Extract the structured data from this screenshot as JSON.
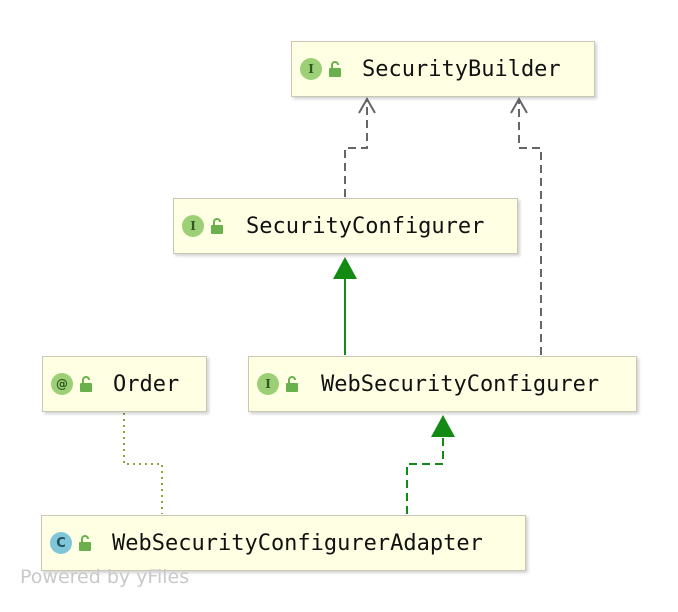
{
  "nodes": {
    "security_builder": {
      "badge": "I",
      "label": "SecurityBuilder"
    },
    "security_configurer": {
      "badge": "I",
      "label": "SecurityConfigurer"
    },
    "order": {
      "badge": "@",
      "label": "Order"
    },
    "web_security_configurer": {
      "badge": "I",
      "label": "WebSecurityConfigurer"
    },
    "web_security_configurer_adapter": {
      "badge": "C",
      "label": "WebSecurityConfigurerAdapter"
    }
  },
  "watermark": "Powered by yFiles",
  "colors": {
    "node_fill": "#ffffe3",
    "interface_badge": "#9ccf76",
    "class_badge": "#7fc6d8",
    "extends_edge": "#138a13",
    "implements_edge": "#666666",
    "annotation_edge": "#8aa63c"
  }
}
